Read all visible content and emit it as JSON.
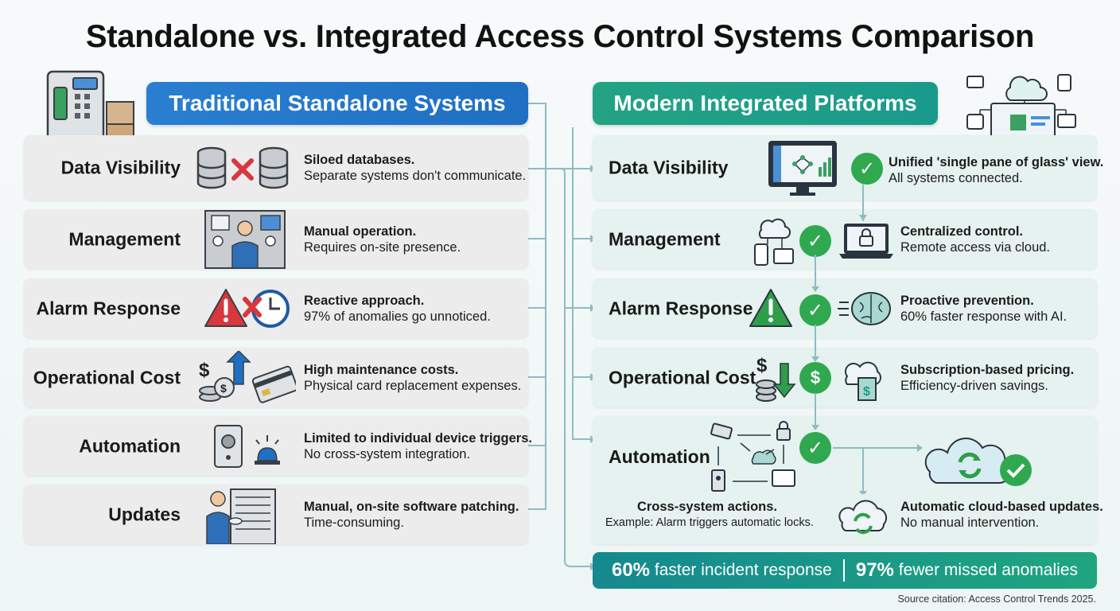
{
  "title": "Standalone vs. Integrated Access Control Systems Comparison",
  "left": {
    "header": "Traditional Standalone Systems",
    "rows": [
      {
        "label": "Data Visibility",
        "bold": "Siloed databases.",
        "text": "Separate systems don't communicate."
      },
      {
        "label": "Management",
        "bold": "Manual operation.",
        "text": "Requires on-site presence."
      },
      {
        "label": "Alarm Response",
        "bold": "Reactive approach.",
        "text": "97% of anomalies go unnoticed."
      },
      {
        "label": "Operational Cost",
        "bold": "High maintenance costs.",
        "text": "Physical card replacement expenses."
      },
      {
        "label": "Automation",
        "bold": "Limited to individual device triggers.",
        "text": "No cross-system integration."
      },
      {
        "label": "Updates",
        "bold": "Manual, on-site software patching.",
        "text": "Time-consuming."
      }
    ]
  },
  "right": {
    "header": "Modern Integrated Platforms",
    "rows": [
      {
        "label": "Data Visibility",
        "bold": "Unified 'single pane of glass' view.",
        "text": "All systems connected."
      },
      {
        "label": "Management",
        "bold": "Centralized control.",
        "text": "Remote access via cloud."
      },
      {
        "label": "Alarm Response",
        "bold": "Proactive prevention.",
        "text": "60% faster response with AI."
      },
      {
        "label": "Operational Cost",
        "bold": "Subscription-based pricing.",
        "text": "Efficiency-driven savings."
      },
      {
        "label": "Automation",
        "bold": "Cross-system actions.",
        "text": "Example: Alarm triggers automatic locks.",
        "bold2": "Automatic cloud-based updates.",
        "text2": "No manual intervention."
      }
    ]
  },
  "banner": {
    "stat1_value": "60%",
    "stat1_text": "faster incident response",
    "stat2_value": "97%",
    "stat2_text": "fewer missed anomalies"
  },
  "citation": "Source citation: Access Control Trends 2025.",
  "colors": {
    "left_header": "#1f6fc2",
    "right_header": "#1a9a8c",
    "check": "#2fa84f",
    "alert_red": "#d9363e",
    "alert_green": "#2e9e4a"
  }
}
